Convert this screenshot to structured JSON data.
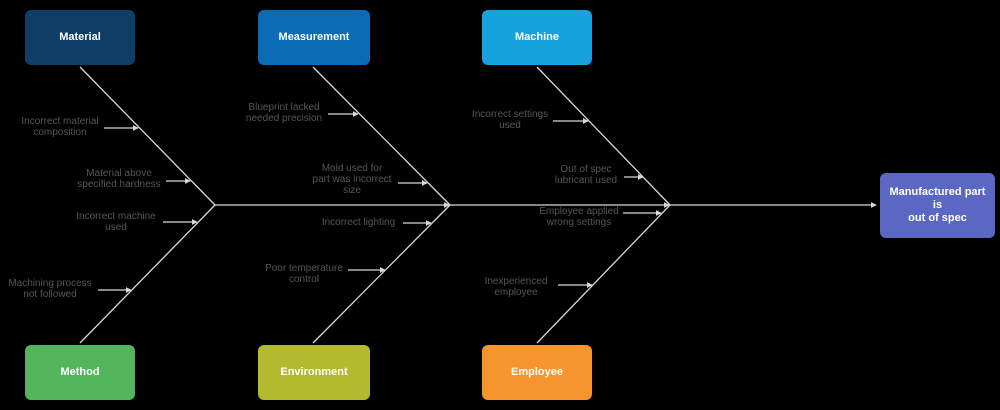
{
  "effect": {
    "label": "Manufactured part is\nout of spec"
  },
  "categories": [
    {
      "id": "material",
      "label": "Material"
    },
    {
      "id": "measurement",
      "label": "Measurement"
    },
    {
      "id": "machine",
      "label": "Machine"
    },
    {
      "id": "method",
      "label": "Method"
    },
    {
      "id": "environment",
      "label": "Environment"
    },
    {
      "id": "employee",
      "label": "Employee"
    }
  ],
  "causes": {
    "material": [
      "Incorrect material\ncomposition",
      "Material above\nspecified hardness"
    ],
    "method": [
      "Incorrect machine\nused",
      "Machining process\nnot followed"
    ],
    "measurement": [
      "Blueprint lacked\nneeded precision",
      "Mold used for\npart was incorrect\nsize"
    ],
    "environment": [
      "Incorrect lighting",
      "Poor temperature\ncontrol"
    ],
    "machine": [
      "Incorrect settings\nused",
      "Out of spec\nlubricant used"
    ],
    "employee": [
      "Employee applied\nwrong settings",
      "Inexperienced\nemployee"
    ]
  },
  "colors": {
    "material": "#0e3e66",
    "measurement": "#0b6bb4",
    "machine": "#16a2dd",
    "method": "#53b65c",
    "environment": "#b3ba2d",
    "employee": "#f6952d",
    "effect": "#5a68c4",
    "line": "#d8d8d8",
    "cause_text": "#565656",
    "background": "#000000"
  }
}
